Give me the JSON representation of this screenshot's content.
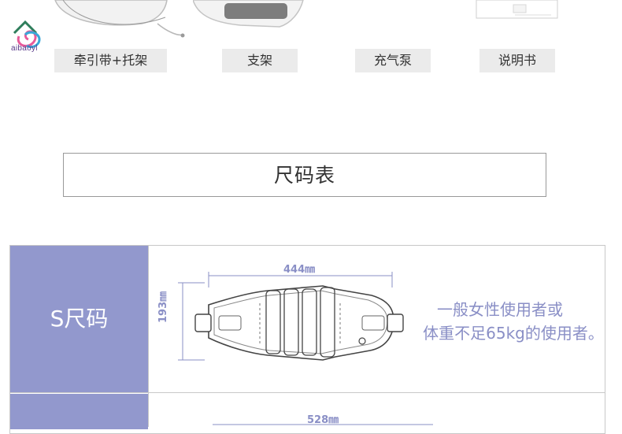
{
  "brand": {
    "logo_text": "aibaoyl"
  },
  "accessories": [
    {
      "label": "牵引带+托架"
    },
    {
      "label": "支架"
    },
    {
      "label": "充气泵"
    },
    {
      "label": "说明书"
    }
  ],
  "size_chart": {
    "title": "尺码表",
    "rows": [
      {
        "label": "S尺码",
        "width_label": "444㎜",
        "height_label": "193㎜",
        "desc_line1": "一般女性使用者或",
        "desc_line2": "体重不足65kg的使用者。"
      },
      {
        "label": "",
        "width_label": "528㎜"
      }
    ]
  },
  "colors": {
    "label_bg": "#9298cd",
    "accent_text": "#8a8fc6"
  }
}
